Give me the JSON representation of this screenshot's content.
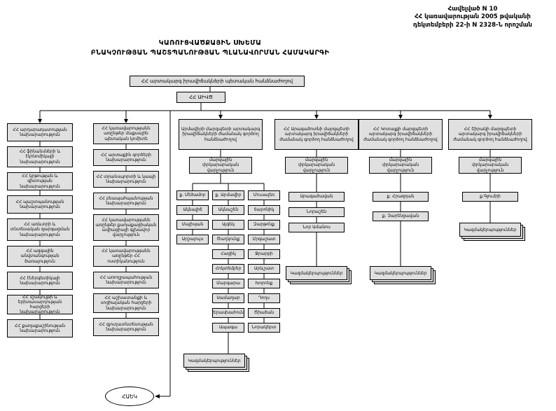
{
  "annotation": {
    "line1": "Հավելված N 10",
    "line2": "ՀՀ կառավարության 2005 թվականի",
    "line3": "դեկտեմբերի 22-ի N 2328-Ն որոշման"
  },
  "title": {
    "line1": "ԿԱՌՈՒՑՎԱԾՔԱՅԻՆ ՍԽԵՄԱ",
    "line2": "ԲՆԱԿՉՈՒԹՅԱՆ ՊԱՇՏՊԱՆՈՒԹՅԱՆ ՊԼԱՆԱՎՈՐՄԱՆ ՀԱՄԱԿԱՐԳԻ"
  },
  "top": {
    "commission": "ՀՀ արտակարգ իրավիճակների պետական հանձնաժողով",
    "service": "ՀՀ ԱԻՎԾ"
  },
  "col1": [
    "ՀՀ արդարադատության նախարարություն",
    "ՀՀ ֆինանսների և էկոնոմիկայի նախարարություն",
    "ՀՀ կրթության և գիտության նախարարություն",
    "ՀՀ պաշտպանության նախարարություն",
    "ՀՀ առևտրի և տնտեսական զարգացման նախարարություն",
    "ՀՀ ազգային անվտանգության ծառայություն",
    "ՀՀ էներգետիկայի նախարարություն",
    "ՀՀ մշակույթի և երիտասարդության հարցերի նախարարություն",
    "ՀՀ քաղաքաշինության նախարարություն"
  ],
  "col2": [
    "ՀՀ կառավարությանն առընթեր մաքսային պետական կոմիտե",
    "ՀՀ արտաքին գործերի նախարարություն",
    "ՀՀ տրանսպորտի և կապի նախարարություն",
    "ՀՀ բնապահպանության նախարարություն",
    "ՀՀ կառավարությանն առընթեր քաղաքացիական ավիացիայի գլխավոր վարչություն",
    "ՀՀ կառավարությանն առընթեր ՀՀ ոստիկանություն",
    "ՀՀ առողջապահության նախարարություն",
    "ՀՀ աշխատանքի և սոցիալական հարցերի նախարարություն",
    "ՀՀ գյուղատնտեսության նախարարություն"
  ],
  "armavir": {
    "header": "Արմավիրի մարզպետի արտակարգ իրավիճակների ժամանակ գործող հանձնաժողով",
    "department": "մարզային փրկարարական վարչություն",
    "list_a": [
      "ք. Մեծամոր",
      "Ակնալիճ",
      "Մայիսյան",
      "Արշալույս"
    ],
    "list_b": [
      "ք. Արմավիր",
      "Ակնաշեն",
      "Այգեկ",
      "Ծաղկունք",
      "Հացիկ",
      "Հոկտեմբեր",
      "Մարգարա",
      "Սամաղար",
      "Երասխահուն",
      "Ապագա"
    ],
    "list_c": [
      "Մուսալեռ",
      "Տարոնիկ",
      "Զարթոնք",
      "Մրգաշատ",
      "Ջրարբի",
      "Արևշատ",
      "Խորոնք",
      "Դողս",
      "Ծիածան",
      "Նորակերտ"
    ],
    "organizations": "Կազմակերպություններ"
  },
  "aragatsotn": {
    "header": "ՀՀ Արագածոտնի մարզպետի արտակարգ իրավիճակների ժամանակ գործող հանձնաժողով",
    "department": "մարզային փրկարարական վարչություն",
    "settlements": [
      "Արագածավան",
      "Նորաշեն",
      "Նոր Ամանոս"
    ],
    "organizations": "Կազմակերպություններ"
  },
  "kotayk": {
    "header": "ՀՀ Կոտայքի մարզպետի արտակարգ իրավիճակների ժամանակ գործող հանձնաժողով",
    "department": "մարզային փրկարարական վարչություն",
    "settlements": [
      "ք. Հրազդան",
      "ք. Չարենցավան"
    ],
    "organizations": "Կազմակերպություններ"
  },
  "shirak": {
    "header": "ՀՀ Շիրակի մարզպետի արտակարգ իրավիճակների ժամանակ գործող հանձնաժողով",
    "department": "մարզային փրկարարական վարչություն",
    "settlements": [
      "ք.Գյումրի"
    ],
    "organizations": "Կազմակերպություններ"
  },
  "npp": {
    "label": "ՀԱԵԿ"
  },
  "colors": {
    "background": "#ffffff",
    "box_fill": "#e0e0e0",
    "box_border": "#000000",
    "text": "#000000"
  }
}
